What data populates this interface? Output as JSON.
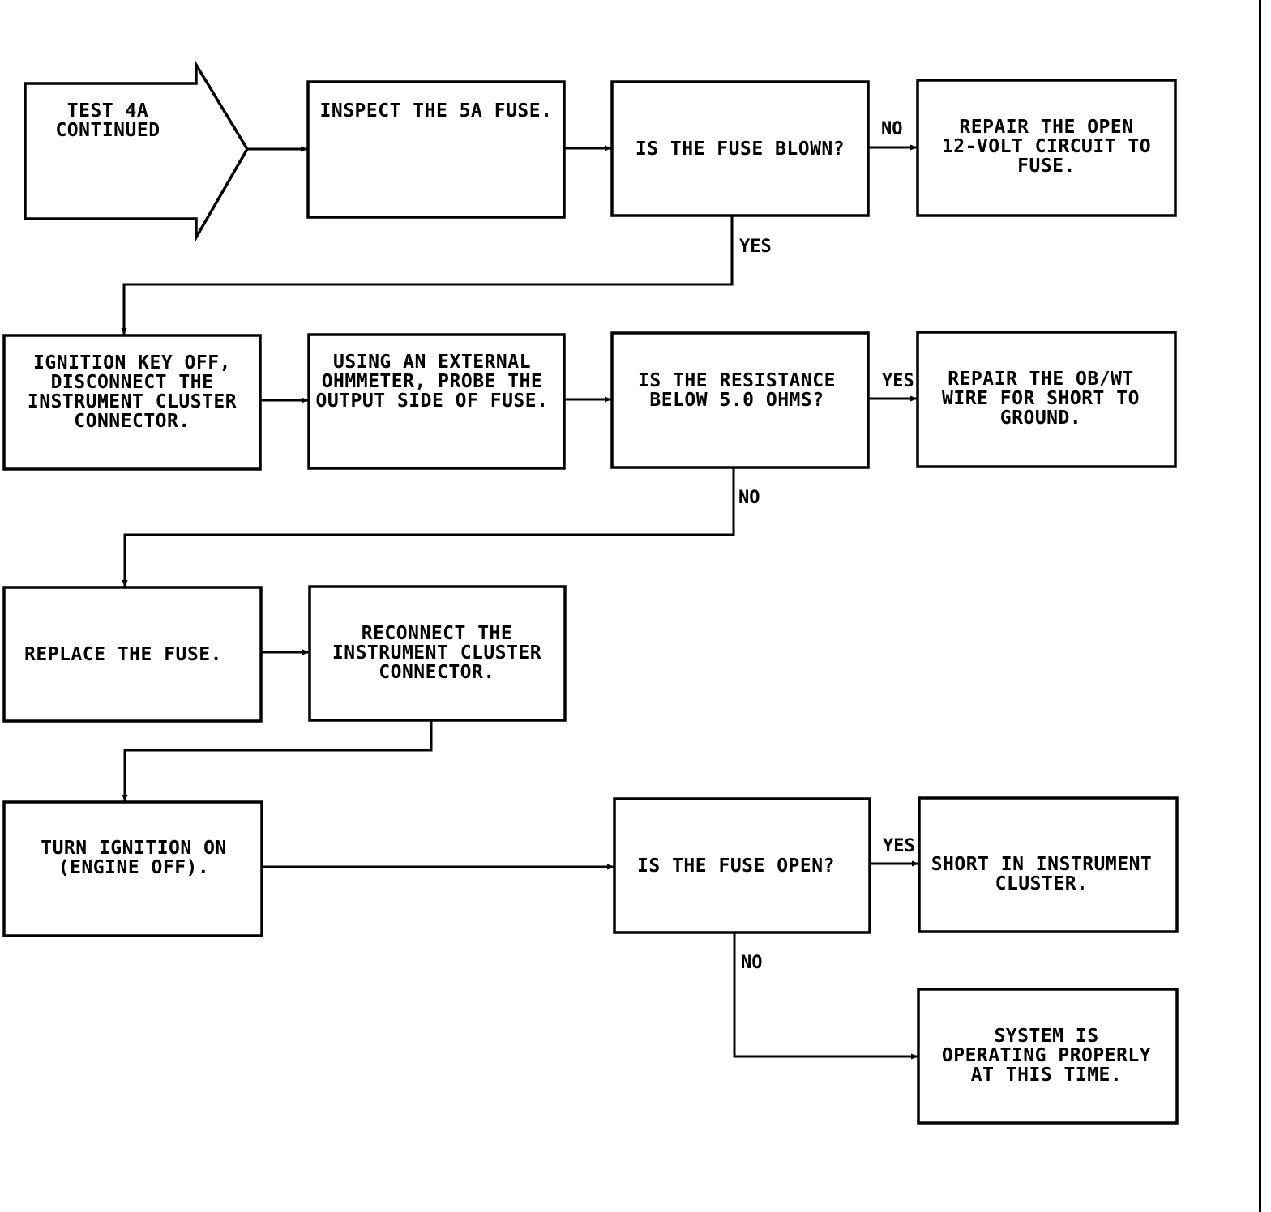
{
  "nodes": {
    "start": [
      "TEST 4A",
      "CONTINUED"
    ],
    "inspect_fuse": [
      "INSPECT THE 5A FUSE."
    ],
    "fuse_blown_q": [
      "IS THE FUSE BLOWN?"
    ],
    "repair_open": [
      "REPAIR THE OPEN",
      "12-VOLT CIRCUIT TO",
      "FUSE."
    ],
    "ignition_off": [
      "IGNITION KEY OFF,",
      "DISCONNECT THE",
      "INSTRUMENT CLUSTER",
      "CONNECTOR."
    ],
    "ohmmeter": [
      "USING AN EXTERNAL",
      "OHMMETER, PROBE THE",
      "OUTPUT SIDE OF FUSE."
    ],
    "resistance_q": [
      "IS THE RESISTANCE",
      "BELOW 5.0 OHMS?"
    ],
    "repair_short": [
      "REPAIR THE OB/WT",
      "WIRE FOR SHORT TO",
      "GROUND."
    ],
    "replace_fuse": [
      "REPLACE THE FUSE."
    ],
    "reconnect": [
      "RECONNECT THE",
      "INSTRUMENT CLUSTER",
      "CONNECTOR."
    ],
    "ignition_on": [
      "TURN IGNITION ON",
      "(ENGINE OFF)."
    ],
    "fuse_open_q": [
      "IS THE FUSE OPEN?"
    ],
    "short_cluster": [
      "SHORT IN INSTRUMENT",
      "CLUSTER."
    ],
    "system_ok": [
      "SYSTEM IS",
      "OPERATING PROPERLY",
      "AT THIS TIME."
    ]
  },
  "labels": {
    "blown_no": "NO",
    "blown_yes": "YES",
    "resistance_yes": "YES",
    "resistance_no": "NO",
    "open_yes": "YES",
    "open_no": "NO"
  }
}
